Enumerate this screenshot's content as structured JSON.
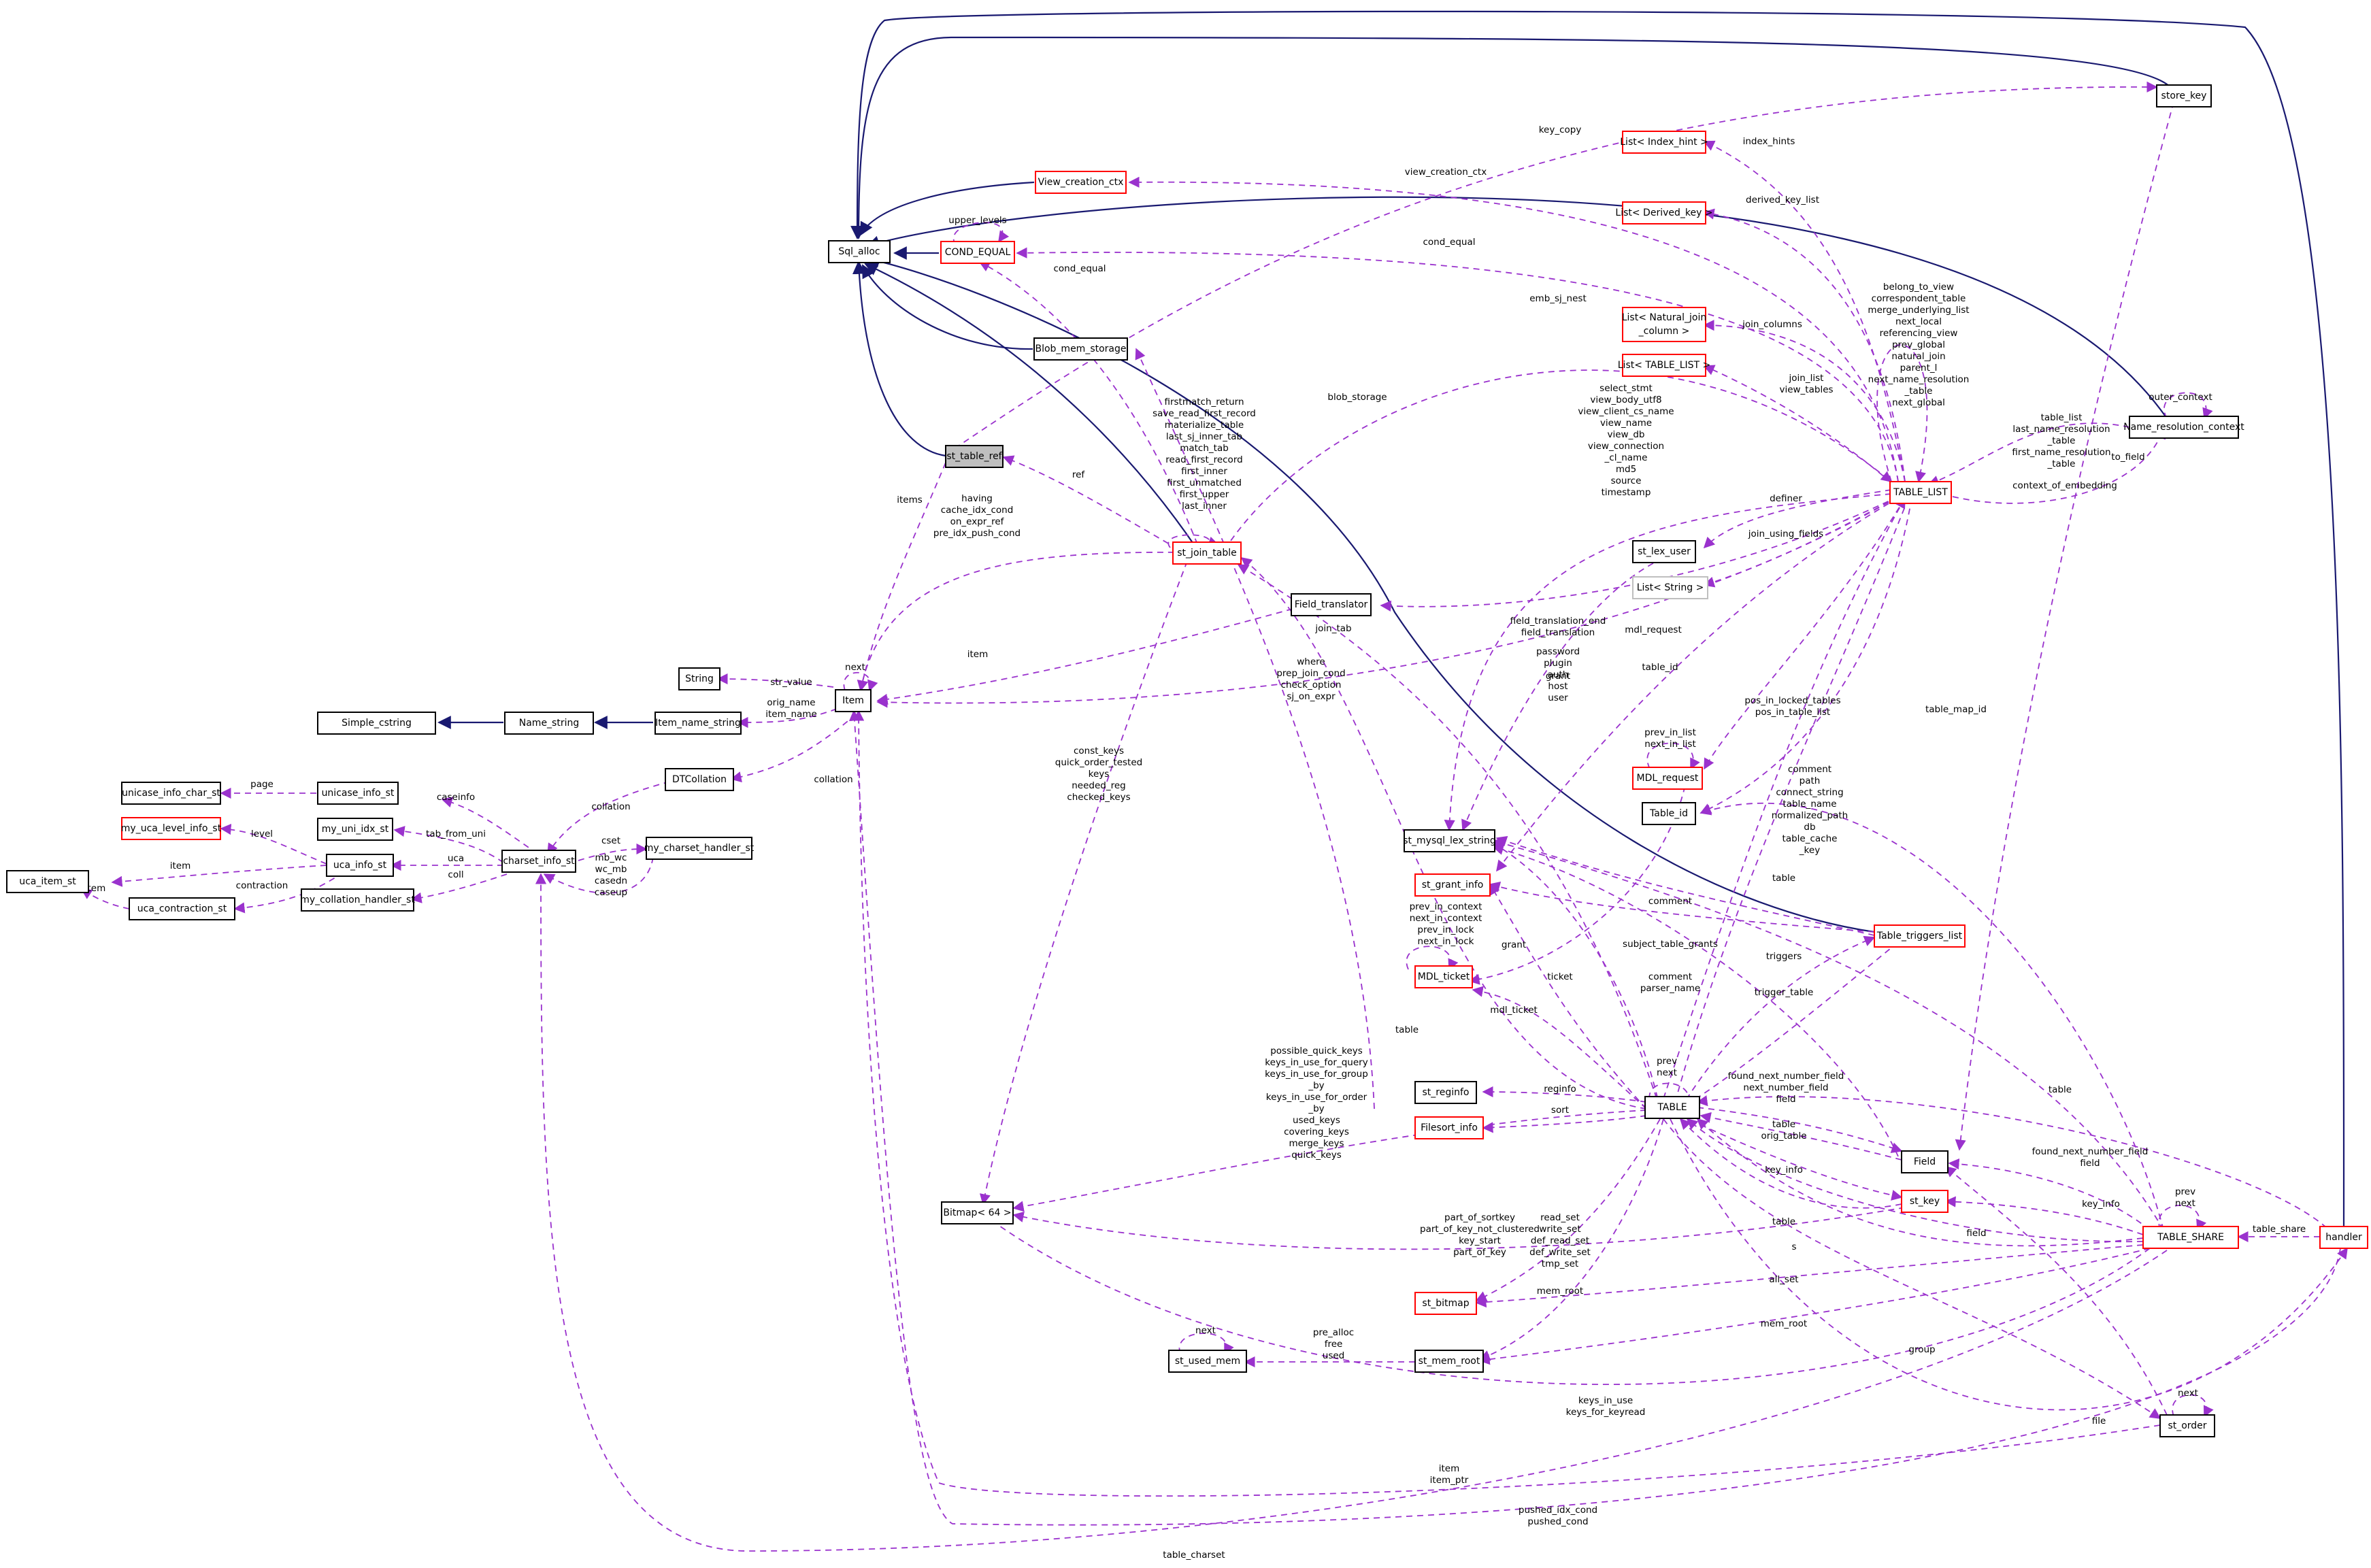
{
  "nodes": {
    "sql_alloc": "Sql_alloc",
    "st_table_ref": "st_table_ref",
    "store_key": "store_key",
    "view_creation_ctx": "View_creation_ctx",
    "cond_equal": "COND_EQUAL",
    "blob_mem_storage": "Blob_mem_storage",
    "st_join_table": "st_join_table",
    "field_translator": "Field_translator",
    "string": "String",
    "item": "Item",
    "item_name_string": "Item_name_string",
    "name_string": "Name_string",
    "simple_cstring": "Simple_cstring",
    "dtcollation": "DTCollation",
    "unicase_info_char_st": "unicase_info_char_st",
    "unicase_info_st": "unicase_info_st",
    "my_uni_idx_st": "my_uni_idx_st",
    "my_uca_level_info_st": "my_uca_level_info_st",
    "uca_item_st": "uca_item_st",
    "uca_info_st": "uca_info_st",
    "charset_info_st": "charset_info_st",
    "my_charset_handler_st": "my_charset_handler_st",
    "uca_contraction_st": "uca_contraction_st",
    "my_collation_handler_st": "my_collation_handler_st",
    "list_index_hint": "List< Index_hint >",
    "list_derived_key": "List< Derived_key >",
    "list_natural_join_1": "List< Natural_join",
    "list_natural_join_2": "_column >",
    "list_table_list": "List< TABLE_LIST >",
    "table_list": "TABLE_LIST",
    "name_resolution_context": "Name_resolution_context",
    "st_lex_user": "st_lex_user",
    "list_string": "List< String >",
    "mdl_request": "MDL_request",
    "table_id": "Table_id",
    "st_mysql_lex_string": "st_mysql_lex_string",
    "st_grant_info": "st_grant_info",
    "table_triggers_list": "Table_triggers_list",
    "mdl_ticket": "MDL_ticket",
    "st_reginfo": "st_reginfo",
    "filesort_info": "Filesort_info",
    "table": "TABLE",
    "field": "Field",
    "bitmap64": "Bitmap< 64 >",
    "st_key": "st_key",
    "table_share": "TABLE_SHARE",
    "handler": "handler",
    "st_bitmap": "st_bitmap",
    "st_used_mem": "st_used_mem",
    "st_mem_root": "st_mem_root",
    "st_order": "st_order"
  },
  "edge_labels": {
    "key_copy": "key_copy",
    "index_hints": "index_hints",
    "view_creation_ctx": "view_creation_ctx",
    "derived_key_list": "derived_key_list",
    "upper_levels": "upper_levels",
    "cond_equal_top": "cond_equal",
    "cond_equal_left": "cond_equal",
    "emb_sj_nest": "emb_sj_nest",
    "join_columns": "join_columns",
    "tl_self_labels": [
      "belong_to_view",
      "correspondent_table",
      "merge_underlying_list",
      "next_local",
      "referencing_view",
      "prev_global",
      "natural_join",
      "parent_l",
      "next_name_resolution",
      "_table",
      "next_global"
    ],
    "join_list_view_tables": [
      "join_list",
      "view_tables"
    ],
    "nrc_labels": [
      "table_list",
      "last_name_resolution",
      "_table",
      "first_name_resolution",
      "_table"
    ],
    "outer_context": "outer_context",
    "jt_self_labels": [
      "firstmatch_return",
      "save_read_first_record",
      "materialize_table",
      "last_sj_inner_tab",
      "match_tab",
      "read_first_record",
      "first_inner",
      "first_unmatched",
      "first_upper",
      "last_inner"
    ],
    "blob_storage": "blob_storage",
    "lex_string_labels": [
      "select_stmt",
      "view_body_utf8",
      "view_client_cs_name",
      "view_name",
      "view_db",
      "view_connection",
      "_cl_name",
      "md5",
      "source",
      "timestamp"
    ],
    "to_field": "to_field",
    "context_of_embedding": "context_of_embedding",
    "ref": "ref",
    "items": "items",
    "item_jt_labels": [
      "having",
      "cache_idx_cond",
      "on_expr_ref",
      "pre_idx_push_cond"
    ],
    "definer": "definer",
    "join_using_fields": "join_using_fields",
    "join_tab": "join_tab",
    "next": "next",
    "item_ft": "item",
    "field_translation": [
      "field_translation_end",
      "field_translation"
    ],
    "mdl_request": "mdl_request",
    "str_value": "str_value",
    "item_tl_labels": [
      "where",
      "prep_join_cond",
      "check_option",
      "sj_on_expr"
    ],
    "user_labels": [
      "password",
      "plugin",
      "auth",
      "host",
      "user"
    ],
    "orig_name": [
      "orig_name",
      "item_name"
    ],
    "collation_dt": "collation",
    "table_id": "table_id",
    "grant": "grant",
    "mdl_self": [
      "prev_in_list",
      "next_in_list"
    ],
    "pos_in_locked": [
      "pos_in_locked_tables",
      "pos_in_table_list"
    ],
    "table_map_id": "table_map_id",
    "page": "page",
    "caseinfo": "caseinfo",
    "collation_cs": "collation",
    "const_keys": [
      "const_keys",
      "quick_order_tested",
      "keys",
      "needed_reg",
      "checked_keys"
    ],
    "share_strings": [
      "comment",
      "path",
      "connect_string",
      "table_name",
      "normalized_path",
      "db",
      "table_cache",
      "_key"
    ],
    "tab_from_uni": "tab_from_uni",
    "level": "level",
    "cset": "cset",
    "uca": "uca",
    "item_uca": "item",
    "contraction": "contraction",
    "coll": "coll",
    "cs_handler_fns": [
      "mb_wc",
      "wc_mb",
      "casedn",
      "caseup"
    ],
    "item_contraction": "item",
    "table_trig": "table",
    "comment": "comment",
    "ticket_self": [
      "prev_in_context",
      "next_in_context",
      "prev_in_lock",
      "next_in_lock"
    ],
    "grant2": "grant",
    "subject_table_grants": "subject_table_grants",
    "triggers": "triggers",
    "ticket": "ticket",
    "comment_parser": [
      "comment",
      "parser_name"
    ],
    "trigger_table": "trigger_table",
    "mdl_ticket": "mdl_ticket",
    "table_jt": "table",
    "bitmap_labels": [
      "possible_quick_keys",
      "keys_in_use_for_query",
      "keys_in_use_for_group",
      "_by",
      "keys_in_use_for_order",
      "_by",
      "used_keys",
      "covering_keys",
      "merge_keys",
      "quick_keys"
    ],
    "prev_next": [
      "prev",
      "next"
    ],
    "found_next": [
      "found_next_number_field",
      "next_number_field",
      "field"
    ],
    "reginfo": "reginfo",
    "sort": "sort",
    "table_orig": [
      "table",
      "orig_table"
    ],
    "table_share_to_table": "table",
    "key_info": "key_info",
    "table_key": "table",
    "found_next2": [
      "found_next_number_field",
      "field"
    ],
    "share_self": [
      "prev",
      "next"
    ],
    "key_info2": "key_info",
    "field2": "field",
    "table_share_lbl": "table_share",
    "rw_set": [
      "read_set",
      "write_set",
      "def_read_set",
      "def_write_set",
      "tmp_set"
    ],
    "sortkey": [
      "part_of_sortkey",
      "part_of_key_not_clustered",
      "key_start",
      "part_of_key"
    ],
    "s": "s",
    "all_set": "all_set",
    "mem_root": "mem_root",
    "mem_root2": "mem_root",
    "used_mem_self": "next",
    "pre_alloc": [
      "pre_alloc",
      "free",
      "used"
    ],
    "group": "group",
    "order_self": "next",
    "keys_in_use": [
      "keys_in_use",
      "keys_for_keyread"
    ],
    "file": "file",
    "item_ptr": [
      "item",
      "item_ptr"
    ],
    "pushed": [
      "pushed_idx_cond",
      "pushed_cond"
    ],
    "table_charset": "table_charset"
  }
}
